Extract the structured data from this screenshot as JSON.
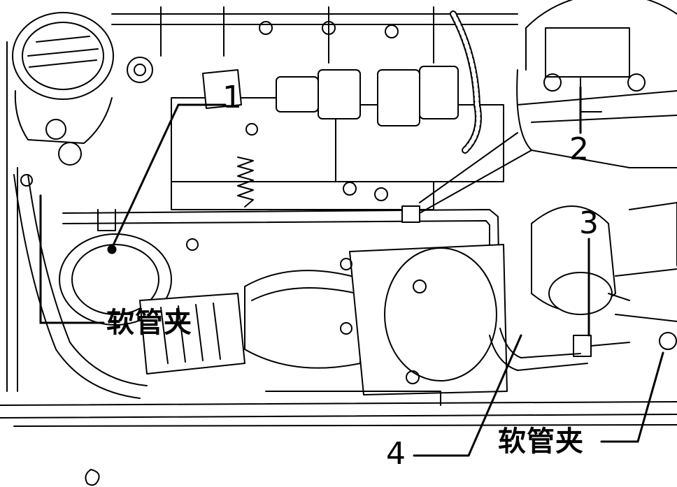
{
  "callouts": {
    "c1": "1",
    "c2": "2",
    "c3": "3",
    "c4": "4"
  },
  "clamp_labels": {
    "left": "软管夹",
    "bottom_right": "软管夹"
  },
  "colors": {
    "ink": "#000000",
    "paper": "#ffffff",
    "shade": "#d9d9d9"
  }
}
